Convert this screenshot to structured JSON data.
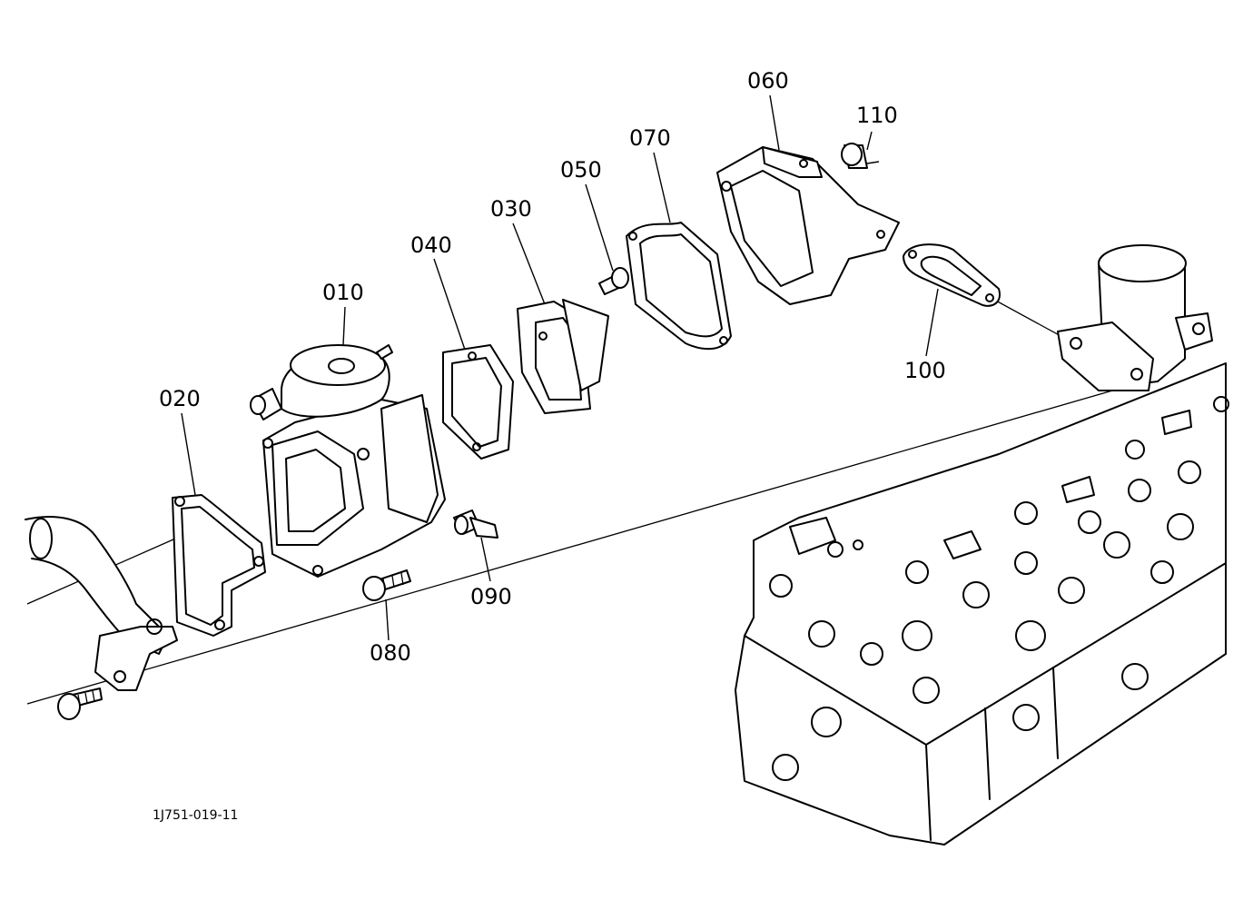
{
  "parts": [
    {
      "id": "p010",
      "label": "010"
    },
    {
      "id": "p020",
      "label": "020"
    },
    {
      "id": "p030",
      "label": "030"
    },
    {
      "id": "p040",
      "label": "040"
    },
    {
      "id": "p050",
      "label": "050"
    },
    {
      "id": "p060",
      "label": "060"
    },
    {
      "id": "p070",
      "label": "070"
    },
    {
      "id": "p080",
      "label": "080"
    },
    {
      "id": "p090",
      "label": "090"
    },
    {
      "id": "p100",
      "label": "100"
    },
    {
      "id": "p110",
      "label": "110"
    }
  ],
  "diagram_code": "1J751-019-11"
}
